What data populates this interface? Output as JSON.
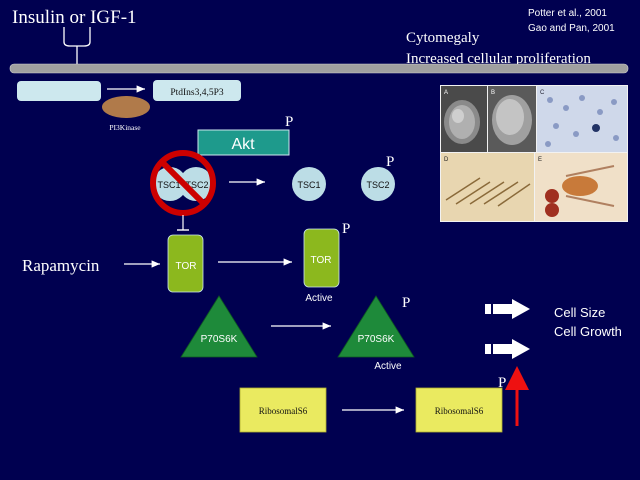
{
  "header": {
    "ligand": "Insulin or IGF-1",
    "citation_1": "Potter et al., 2001",
    "citation_2": "Gao and Pan, 2001",
    "phenotype_1": "Cytomegaly",
    "phenotype_2": "Increased cellular proliferation"
  },
  "pathway": {
    "pip3": "PtdIns3,4,5P3",
    "pi3k": "PI3Kinase",
    "akt": "Akt",
    "akt_phospho": "P",
    "tsc1_inhibited": "TSC1",
    "tsc2_inhibited": "TSC2",
    "tsc1": "TSC1",
    "tsc2": "TSC2",
    "tsc2_phospho": "P",
    "drug": "Rapamycin",
    "tor_inactive": "TOR",
    "tor_active": "TOR",
    "tor_phospho": "P",
    "tor_active_label": "Active",
    "s6k_inactive": "P70S6K",
    "s6k_active": "P70S6K",
    "s6k_phospho": "P",
    "s6k_active_label": "Active",
    "s6_inactive": "RibosomalS6",
    "s6_active": "RibosomalS6",
    "s6_phospho": "P"
  },
  "outcomes": {
    "cell_size": "Cell Size",
    "cell_growth": "Cell Growth"
  },
  "colors": {
    "background": "#000050",
    "membrane": "#a0a0a0",
    "receptor_box": "#cde8ee",
    "pi3k": "#b07a4a",
    "akt_box": "#1e9a8c",
    "tsc": "#bcdde6",
    "tor": "#8cb81e",
    "s6k": "#1e8a3a",
    "s6": "#eaea60",
    "inhibition": "#cc0000"
  },
  "figure_panels": [
    "A",
    "B",
    "C",
    "D",
    "E"
  ]
}
